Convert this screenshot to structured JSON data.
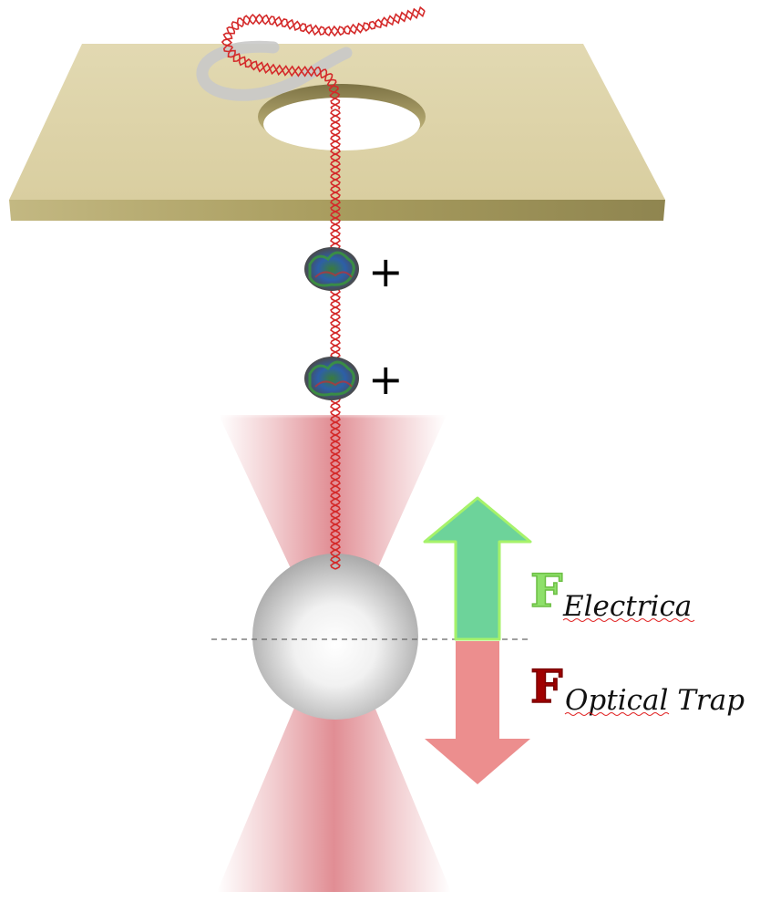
{
  "labels": {
    "charge_1": "+",
    "charge_2": "+",
    "force_symbol_electric": "F",
    "force_subscript_electric": "Electrica",
    "force_symbol_trap": "F",
    "force_subscript_trap": "Optical Trap"
  },
  "colors": {
    "membrane_top": "#e0d6ab",
    "membrane_edge": "#b3a870",
    "dna_strand": "#d42a2a",
    "laser_beam": "#c8303c",
    "bead": "#c6c6c6",
    "arrow_electric_fill": "#6dd39a",
    "arrow_electric_stroke": "#a6f26a",
    "arrow_trap_fill": "#ec8e8e",
    "letter_electric": "#8ee06a",
    "letter_trap": "#a00000"
  }
}
